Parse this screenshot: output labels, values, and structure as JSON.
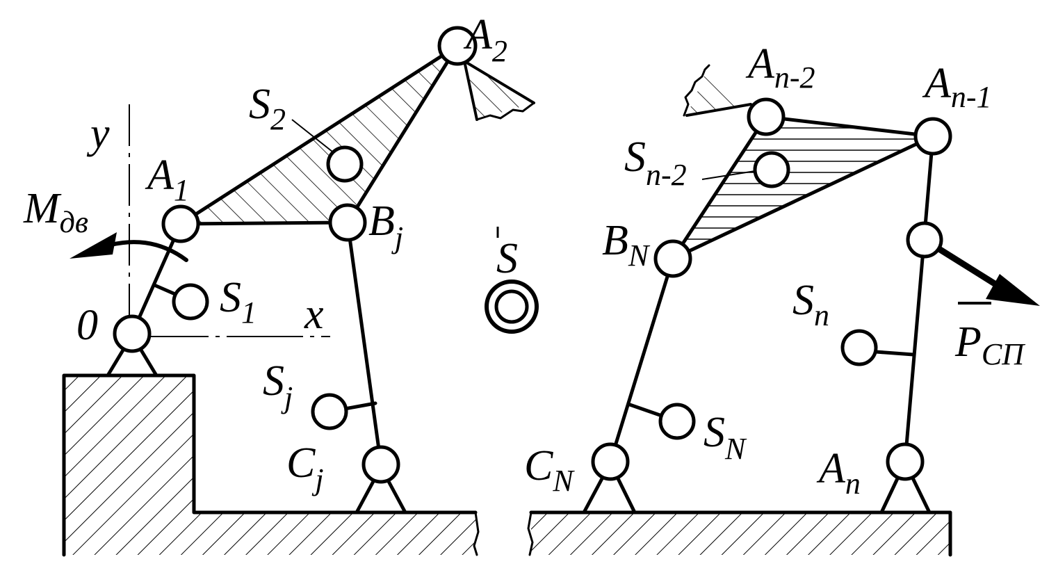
{
  "labels": {
    "A1": {
      "main": "A",
      "sub": "1"
    },
    "A2": {
      "main": "A",
      "sub": "2"
    },
    "S2": {
      "main": "S",
      "sub": "2"
    },
    "S1": {
      "main": "S",
      "sub": "1"
    },
    "Bj": {
      "main": "B",
      "sub": "j"
    },
    "Sj": {
      "main": "S",
      "sub": "j"
    },
    "Cj": {
      "main": "C",
      "sub": "j"
    },
    "S": {
      "main": "S"
    },
    "An2": {
      "main": "A",
      "sub": "n-2"
    },
    "An1": {
      "main": "A",
      "sub": "n-1"
    },
    "Sn2": {
      "main": "S",
      "sub": "n-2"
    },
    "BN": {
      "main": "B",
      "sub": "N"
    },
    "SN": {
      "main": "S",
      "sub": "N"
    },
    "CN": {
      "main": "C",
      "sub": "N"
    },
    "Sn": {
      "main": "S",
      "sub": "n"
    },
    "An": {
      "main": "A",
      "sub": "n"
    },
    "P": {
      "main": "P",
      "sub": "СП"
    },
    "M": {
      "main": "M",
      "sub": "дв"
    },
    "origin": "0",
    "x_axis": "x",
    "y_axis": "y"
  },
  "colors": {
    "ink": "#000000",
    "paper": "#ffffff"
  }
}
